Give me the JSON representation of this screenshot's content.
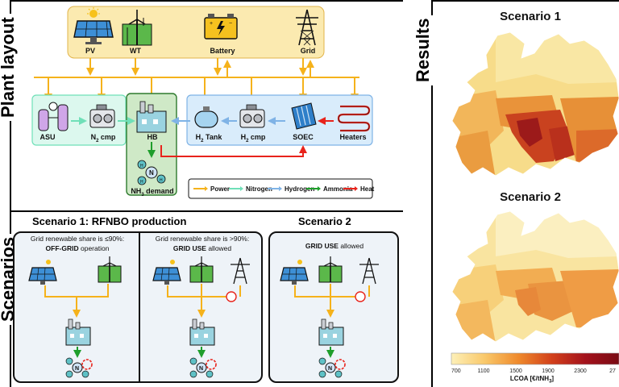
{
  "plant_layout": {
    "title": "Plant layout",
    "sources": [
      {
        "label": "PV",
        "icon": "solar-panel-icon"
      },
      {
        "label": "WT",
        "icon": "wind-turbine-icon"
      },
      {
        "label": "Battery",
        "icon": "battery-icon"
      },
      {
        "label": "Grid",
        "icon": "power-pylon-icon"
      }
    ],
    "units": {
      "asu": "ASU",
      "n2_cmp_main": "N",
      "n2_cmp_sub": "2",
      "n2_cmp_tail": " cmp",
      "hb": "HB",
      "h2_tank_main": "H",
      "h2_tank_sub": "2",
      "h2_tank_tail": " Tank",
      "h2_cmp_main": "H",
      "h2_cmp_sub": "2",
      "h2_cmp_tail": " cmp",
      "soec": "SOEC",
      "heaters": "Heaters",
      "nh3_main": "NH",
      "nh3_sub": "3",
      "nh3_tail": " demand"
    },
    "legend": [
      {
        "label": "Power",
        "color": "#f5b21b"
      },
      {
        "label": "Nitrogen",
        "color": "#6fe0b8"
      },
      {
        "label": "Hydrogen",
        "color": "#7fb3e6"
      },
      {
        "label": "Ammonia",
        "color": "#1e9e2b"
      },
      {
        "label": "Heat",
        "color": "#e8231b"
      }
    ]
  },
  "scenarios": {
    "title": "Scenarios",
    "scenario1_title": "Scenario 1: RFNBO production",
    "scenario1_left_condition": "Grid renewable share is ≤90%:",
    "scenario1_left_mode_bold": "OFF-GRID",
    "scenario1_left_mode_rest": " operation",
    "scenario1_right_condition": "Grid renewable share is >90%:",
    "scenario1_right_mode_bold": "GRID USE",
    "scenario1_right_mode_rest": " allowed",
    "scenario2_title": "Scenario 2",
    "scenario2_mode_bold": "GRID USE",
    "scenario2_mode_rest": " allowed"
  },
  "results": {
    "title": "Results",
    "map1_title": "Scenario 1",
    "map2_title": "Scenario 2",
    "colorbar": {
      "label_main": "LCOA [€/tNH",
      "label_sub": "3",
      "label_tail": "]",
      "ticks": [
        "700",
        "1100",
        "1500",
        "1900",
        "2300",
        "27"
      ],
      "colors": [
        "#fdf0b8",
        "#f9c86a",
        "#ef8a2c",
        "#d2401b",
        "#a3121c",
        "#7a0b14"
      ]
    }
  },
  "colors": {
    "power": "#f5b21b",
    "nitrogen": "#6fe0b8",
    "hydrogen": "#7fb3e6",
    "ammonia": "#1e9e2b",
    "heat": "#e8231b",
    "source_box": "#fbeab0",
    "nitrogen_box": "#dcf8ee",
    "hb_box": "#cfe9c7",
    "hydrogen_box": "#d9ecfb"
  }
}
